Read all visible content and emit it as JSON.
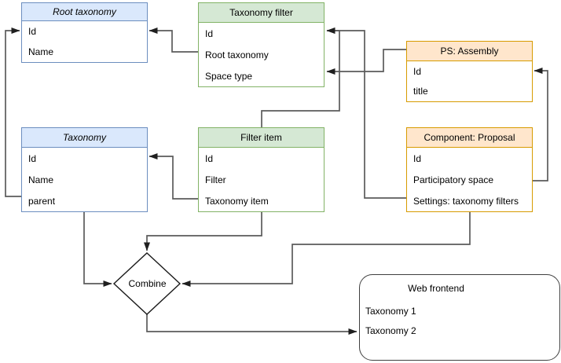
{
  "entities": {
    "root_taxonomy": {
      "title": "Root taxonomy",
      "rows": [
        "Id",
        "Name"
      ]
    },
    "taxonomy_filter": {
      "title": "Taxonomy filter",
      "rows": [
        "Id",
        "Root taxonomy",
        "Space type"
      ]
    },
    "ps_assembly": {
      "title": "PS: Assembly",
      "rows": [
        "Id",
        "title"
      ]
    },
    "taxonomy": {
      "title": "Taxonomy",
      "rows": [
        "Id",
        "Name",
        "parent"
      ]
    },
    "filter_item": {
      "title": "Filter item",
      "rows": [
        "Id",
        "Filter",
        "Taxonomy item"
      ]
    },
    "component_proposal": {
      "title": "Component: Proposal",
      "rows": [
        "Id",
        "Participatory space",
        "Settings: taxonomy filters"
      ]
    }
  },
  "decision": {
    "label": "Combine"
  },
  "web_frontend": {
    "title": "Web frontend",
    "rows": [
      "Taxonomy 1",
      "Taxonomy 2"
    ]
  },
  "connections": [
    {
      "from": "Taxonomy.parent",
      "to": "Root taxonomy.Id"
    },
    {
      "from": "Taxonomy filter.Root taxonomy",
      "to": "Root taxonomy.Id"
    },
    {
      "from": "Filter item",
      "to": "Taxonomy filter.Id"
    },
    {
      "from": "Component: Proposal.Settings: taxonomy filters",
      "to": "Taxonomy filter.Id"
    },
    {
      "from": "PS: Assembly",
      "to": "Taxonomy filter.Space type"
    },
    {
      "from": "Filter item.Taxonomy item",
      "to": "Taxonomy.Id"
    },
    {
      "from": "Component: Proposal.Participatory space",
      "to": "PS: Assembly.Id"
    },
    {
      "from": "Taxonomy",
      "to": "Combine"
    },
    {
      "from": "Filter item",
      "to": "Combine"
    },
    {
      "from": "Component: Proposal",
      "to": "Combine"
    },
    {
      "from": "Combine",
      "to": "Web frontend.Taxonomy 2"
    }
  ],
  "colors": {
    "blue_fill": "#dae8fc",
    "blue_border": "#6c8ebf",
    "green_fill": "#d5e8d4",
    "green_border": "#82b366",
    "orange_fill": "#ffe6cc",
    "orange_border": "#d79b00",
    "connector": "#5b5b5b",
    "arrowhead": "#1f1f1f",
    "background": "#ffffff"
  }
}
